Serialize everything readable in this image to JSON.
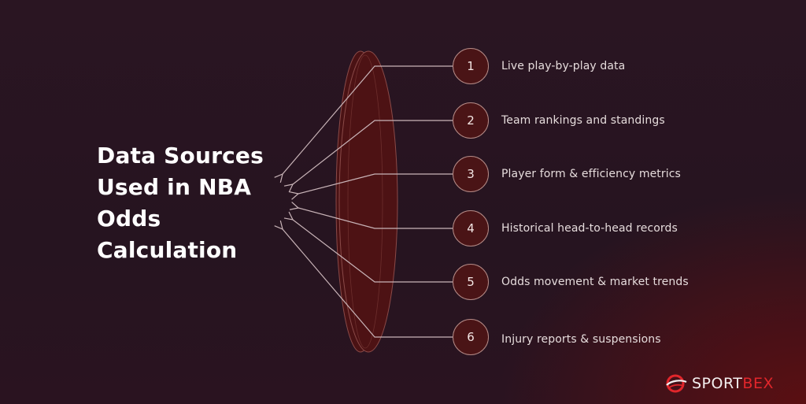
{
  "title": {
    "lines": [
      "Data Sources",
      "Used in NBA",
      "Odds",
      "Calculation"
    ]
  },
  "items": [
    {
      "number": "1",
      "label": "Live play-by-play data"
    },
    {
      "number": "2",
      "label": "Team rankings and standings"
    },
    {
      "number": "3",
      "label": "Player form & efficiency metrics"
    },
    {
      "number": "4",
      "label": "Historical head-to-head records"
    },
    {
      "number": "5",
      "label": "Odds movement & market trends"
    },
    {
      "number": "6",
      "label": "Injury reports & suspensions"
    }
  ],
  "logo": {
    "text_primary": "SPORT",
    "text_accent": "BEX",
    "icon": "globe-swoosh-icon"
  },
  "colors": {
    "background": "#271420",
    "accent_red": "#e2262b",
    "circle_fill": "#4a1416",
    "circle_border": "#b48a86",
    "connector": "#c9b4b8",
    "disk": "#4d1214"
  }
}
